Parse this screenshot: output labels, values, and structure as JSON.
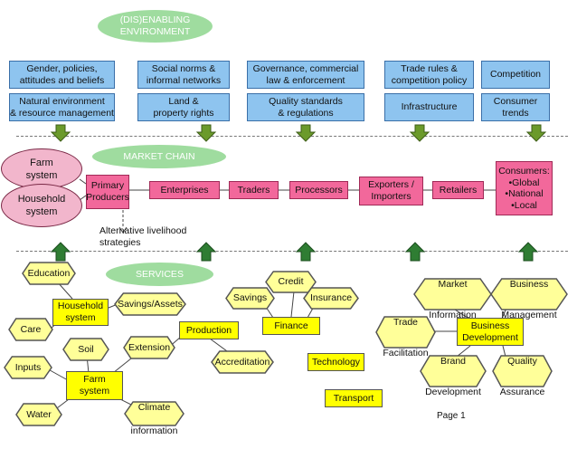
{
  "environment": {
    "title": [
      "(DIS)ENABLING",
      "ENVIRONMENT"
    ],
    "row1": [
      [
        "Gender, policies,",
        "attitudes and beliefs"
      ],
      [
        "Social norms &",
        "informal networks"
      ],
      [
        "Governance, commercial",
        "law & enforcement"
      ],
      [
        "Trade rules &",
        "competition policy"
      ],
      [
        "Competition"
      ]
    ],
    "row2": [
      [
        "Natural environment",
        "& resource management"
      ],
      [
        "Land &",
        "property rights"
      ],
      [
        "Quality standards",
        "& regulations"
      ],
      [
        "Infrastructure"
      ],
      [
        "Consumer",
        "trends"
      ]
    ]
  },
  "market_chain": {
    "title": "MARKET CHAIN",
    "farm_system": [
      "Farm",
      "system"
    ],
    "household_system": [
      "Household",
      "system"
    ],
    "primary_producers": [
      "Primary",
      "Producers"
    ],
    "enterprises": "Enterprises",
    "traders": "Traders",
    "processors": "Processors",
    "exporters": [
      "Exporters /",
      "Importers"
    ],
    "retailers": "Retailers",
    "consumers": {
      "title": "Consumers:",
      "items": [
        "•Global",
        "•National",
        "•Local"
      ]
    },
    "alternative": [
      "Alternative livelihood",
      "strategies"
    ]
  },
  "services": {
    "title": "SERVICES",
    "education": "Education",
    "household_system": [
      "Household",
      "system"
    ],
    "savings_assets": "Savings/Assets",
    "care": "Care",
    "soil": "Soil",
    "extension": "Extension",
    "inputs": "Inputs",
    "farm_system": [
      "Farm",
      "system"
    ],
    "water": "Water",
    "climate": [
      "Climate",
      "information"
    ],
    "production": "Production",
    "accreditation": "Accreditation",
    "credit": "Credit",
    "savings": "Savings",
    "insurance": "Insurance",
    "finance": "Finance",
    "technology": "Technology",
    "transport": "Transport",
    "market_information": [
      "Market",
      "Information"
    ],
    "business_management": [
      "Business",
      "Management"
    ],
    "trade_facilitation": [
      "Trade",
      "Facilitation"
    ],
    "business_development": [
      "Business",
      "Development"
    ],
    "brand_development": [
      "Brand",
      "Development"
    ],
    "quality_assurance": [
      "Quality",
      "Assurance"
    ]
  },
  "page_label": "Page 1",
  "colors": {
    "blue_box": "#8ec4ef",
    "pink_box": "#f2689b",
    "yellow_box": "#ffff00",
    "hexagon": "#ffff99",
    "arrow_down": "#6b9a2b",
    "arrow_up": "#2f7d33",
    "oval": "#9fdc9f"
  }
}
